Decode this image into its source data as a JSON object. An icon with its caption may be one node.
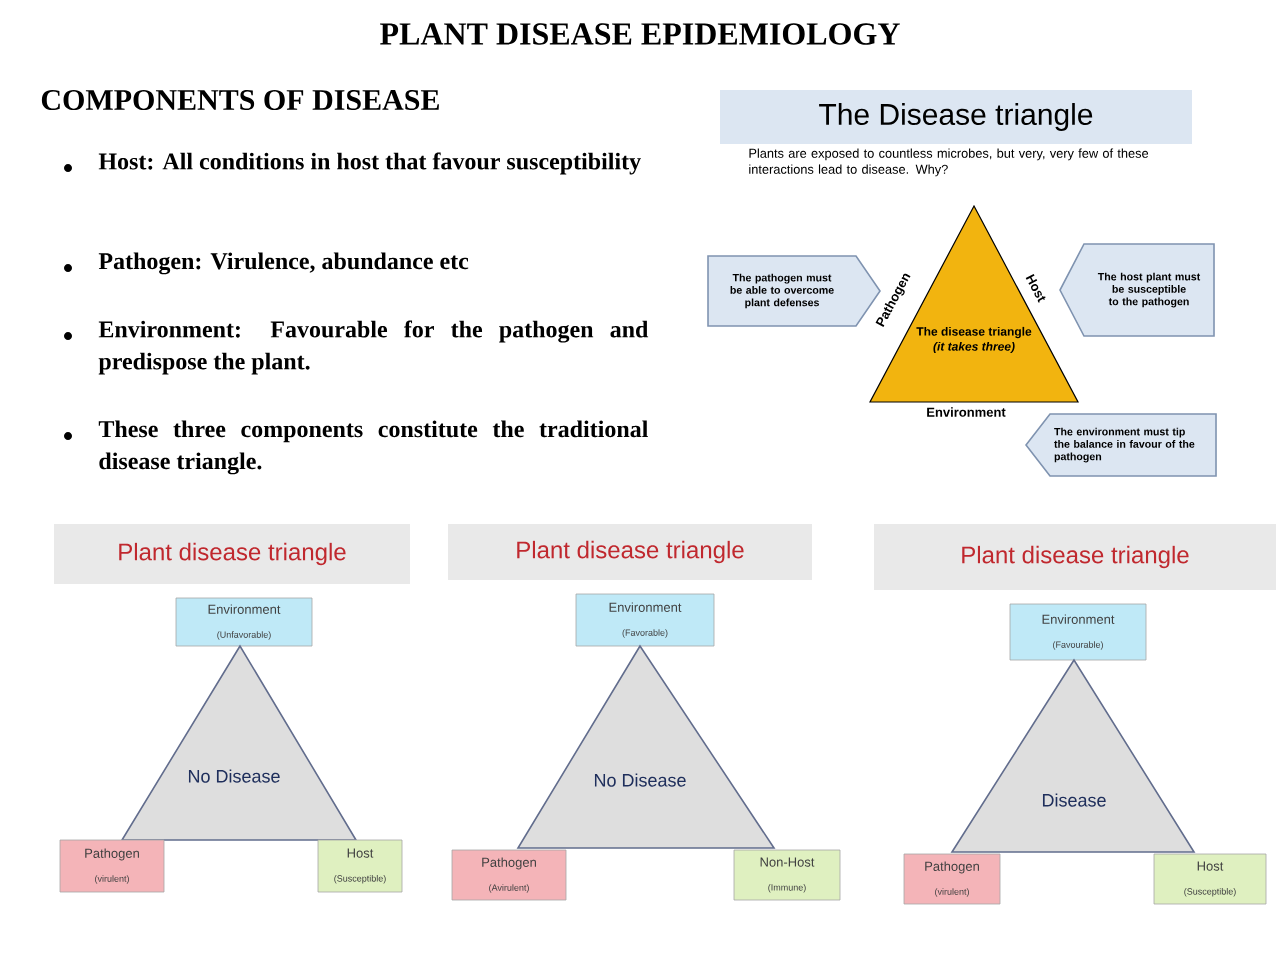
{
  "diagram": {
    "title": "PLANT DISEASE EPIDEMIOLOGY",
    "nodes": [
      {
        "text": [
          "The Disease triangle"
        ]
      },
      {
        "text": [
          "The pathogen must be able to overcome plant defenses"
        ]
      },
      {
        "text": [
          "The disease triangle",
          "(it takes three)"
        ]
      },
      {
        "text": [
          "The host plant must be susceptible to the pathogen"
        ]
      },
      {
        "text": [
          "The environment must tip the balance in favour of the pathogen"
        ]
      },
      {
        "text": [
          "Plant disease triangle"
        ]
      },
      {
        "text": [
          "Environment",
          "(Unfavorable)"
        ]
      },
      {
        "text": [
          "No Disease"
        ]
      },
      {
        "text": [
          "Pathogen",
          "(virulent)"
        ]
      },
      {
        "text": [
          "Host",
          "(Susceptible)"
        ]
      },
      {
        "text": [
          "Plant disease triangle"
        ]
      },
      {
        "text": [
          "Environment",
          "(Favorable)"
        ]
      },
      {
        "text": [
          "No Disease"
        ]
      },
      {
        "text": [
          "Pathogen",
          "(Avirulent)"
        ]
      },
      {
        "text": [
          "Non-Host",
          "(Immune)"
        ]
      },
      {
        "text": [
          "Plant disease triangle"
        ]
      },
      {
        "text": [
          "Environment",
          "(Favourable)"
        ]
      },
      {
        "text": [
          "Disease"
        ]
      },
      {
        "text": [
          "Pathogen",
          "(virulent)"
        ]
      },
      {
        "text": [
          "Host",
          "(Susceptible)"
        ]
      }
    ],
    "labels": [
      "COMPONENTS OF DISEASE",
      "Host: All conditions in host that favour susceptibility",
      "Pathogen: Virulence, abundance etc",
      "Environment: Favourable for the pathogen and predispose the plant.",
      "These three components constitute the traditional disease triangle.",
      "Plants are exposed to countless microbes, but very, very few of these interactions lead to disease. Why?",
      "Pathogen",
      "Host",
      "Environment"
    ]
  }
}
